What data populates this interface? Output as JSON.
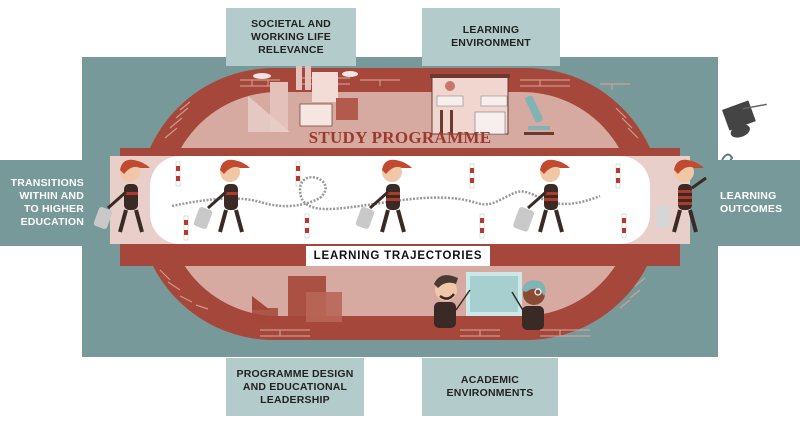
{
  "diagram": {
    "center": {
      "top_label": "STUDY PROGRAMME",
      "band_label": "LEARNING TRAJECTORIES"
    },
    "boxes": {
      "top_left": "SOCIETAL AND\nWORKING LIFE\nRELEVANCE",
      "top_right": "LEARNING\nENVIRONMENT",
      "left": "TRANSITIONS\nWITHIN AND\nTO HIGHER\nEDUCATION",
      "right": "LEARNING\nOUTCOMES",
      "bottom_left": "PROGRAMME DESIGN\nAND EDUCATIONAL\nLEADERSHIP",
      "bottom_right": "ACADEMIC\nENVIRONMENTS"
    },
    "colors": {
      "teal_dark": "#78999a",
      "teal_light": "#b3cbca",
      "brick_red": "#a5473a",
      "brick_dark": "#8e3628",
      "pink_fill": "#d6aaa0",
      "band_white": "#ffffff",
      "title_red": "#9a3a2c"
    },
    "icons": [
      "student-with-suitcase",
      "graduation-cap",
      "factory-buildings",
      "school-building",
      "microscope",
      "teacher-with-pointer",
      "teacher-with-glasses",
      "whiteboard",
      "bar-blocks",
      "path-poles"
    ]
  }
}
